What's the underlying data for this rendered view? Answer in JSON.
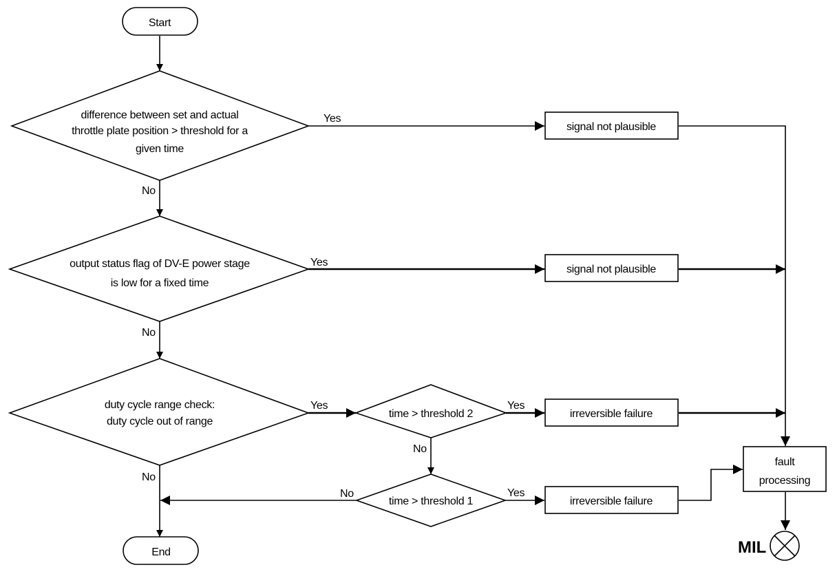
{
  "start": "Start",
  "end": "End",
  "decision1": {
    "lines": [
      "difference between set and actual",
      "throttle plate position > threshold  for a",
      "given time"
    ],
    "yes": "Yes",
    "no": "No"
  },
  "decision2": {
    "lines": [
      "output status flag of DV-E power stage",
      "is low for a fixed time"
    ],
    "yes": "Yes",
    "no": "No"
  },
  "decision3": {
    "lines": [
      "duty cycle range check:",
      "duty cycle out of range"
    ],
    "yes": "Yes",
    "no": "No"
  },
  "decision4": {
    "label": "time > threshold 2",
    "yes": "Yes",
    "no": "No"
  },
  "decision5": {
    "label": "time > threshold 1",
    "yes": "Yes",
    "no": "No"
  },
  "box1": "signal not plausible",
  "box2": "signal not plausible",
  "box3": "irreversible failure",
  "box4": "irreversible failure",
  "fault": [
    "fault",
    "processing"
  ],
  "mil": "MIL"
}
